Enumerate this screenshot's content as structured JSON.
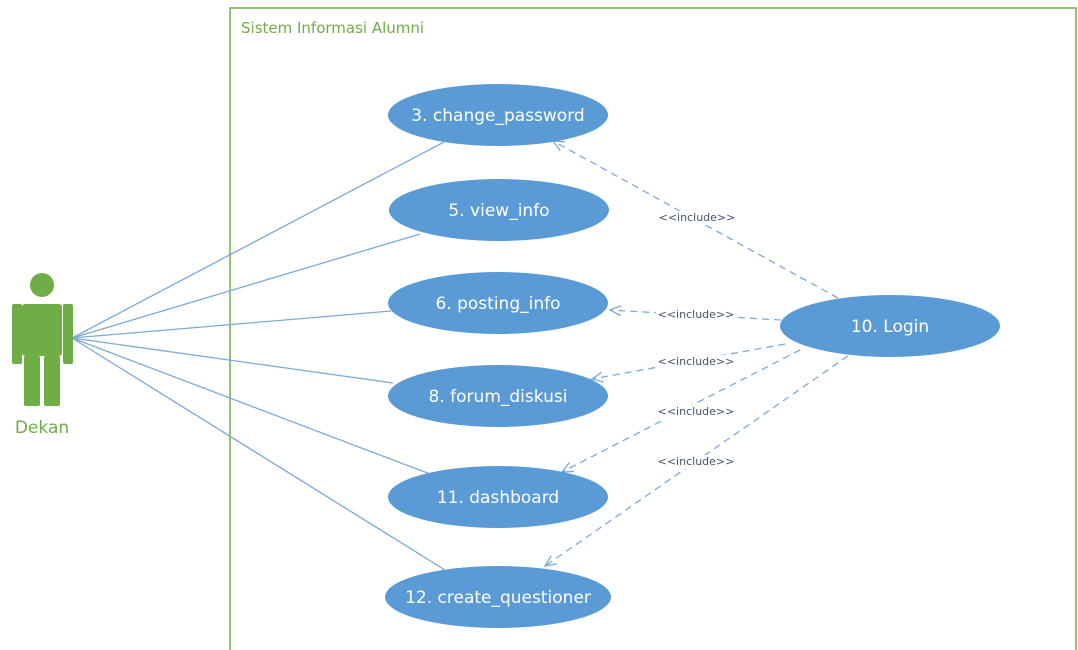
{
  "system": {
    "title": "Sistem Informasi Alumni",
    "border_color": "#70ad47",
    "title_color": "#70ad47"
  },
  "actor": {
    "name": "Dekan",
    "color": "#70ad47"
  },
  "colors": {
    "usecase_fill": "#5b9bd5",
    "usecase_text": "#ffffff",
    "association_line": "#7eaad6",
    "include_line": "#7eaad6",
    "stereotype_text": "#44546a"
  },
  "usecases": [
    {
      "id": "uc3",
      "label": "3. change_password"
    },
    {
      "id": "uc5",
      "label": "5. view_info"
    },
    {
      "id": "uc6",
      "label": "6. posting_info"
    },
    {
      "id": "uc8",
      "label": "8. forum_diskusi"
    },
    {
      "id": "uc11",
      "label": "11. dashboard"
    },
    {
      "id": "uc12",
      "label": "12. create_questioner"
    },
    {
      "id": "uc10",
      "label": "10. Login"
    }
  ],
  "associations": [
    {
      "from": "actor",
      "to": "uc3"
    },
    {
      "from": "actor",
      "to": "uc5"
    },
    {
      "from": "actor",
      "to": "uc6"
    },
    {
      "from": "actor",
      "to": "uc8"
    },
    {
      "from": "actor",
      "to": "uc11"
    },
    {
      "from": "actor",
      "to": "uc12"
    }
  ],
  "includes": [
    {
      "from": "uc10",
      "to": "uc3",
      "label": "<<include>>"
    },
    {
      "from": "uc10",
      "to": "uc6",
      "label": "<<include>>"
    },
    {
      "from": "uc10",
      "to": "uc8",
      "label": "<<include>>"
    },
    {
      "from": "uc10",
      "to": "uc11",
      "label": "<<include>>"
    },
    {
      "from": "uc10",
      "to": "uc12",
      "label": "<<include>>"
    }
  ]
}
